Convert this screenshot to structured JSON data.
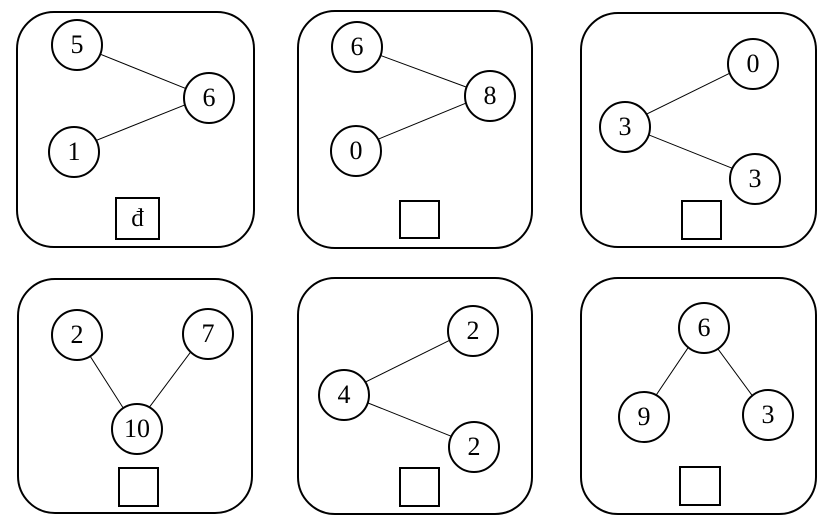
{
  "colors": {
    "stroke": "#000000",
    "background": "#ffffff"
  },
  "worksheet": {
    "description": "number-bond connection diagrams with answer boxes"
  },
  "panels": [
    {
      "name": "panel-1",
      "nodes": [
        {
          "value": "5"
        },
        {
          "value": "6"
        },
        {
          "value": "1"
        }
      ],
      "edges": [
        [
          0,
          1
        ],
        [
          2,
          1
        ]
      ],
      "answer": "đ"
    },
    {
      "name": "panel-2",
      "nodes": [
        {
          "value": "6"
        },
        {
          "value": "8"
        },
        {
          "value": "0"
        }
      ],
      "edges": [
        [
          0,
          1
        ],
        [
          2,
          1
        ]
      ],
      "answer": ""
    },
    {
      "name": "panel-3",
      "nodes": [
        {
          "value": "0"
        },
        {
          "value": "3"
        },
        {
          "value": "3"
        }
      ],
      "edges": [
        [
          1,
          0
        ],
        [
          1,
          2
        ]
      ],
      "answer": ""
    },
    {
      "name": "panel-4",
      "nodes": [
        {
          "value": "2"
        },
        {
          "value": "7"
        },
        {
          "value": "10"
        }
      ],
      "edges": [
        [
          0,
          2
        ],
        [
          1,
          2
        ]
      ],
      "answer": ""
    },
    {
      "name": "panel-5",
      "nodes": [
        {
          "value": "2"
        },
        {
          "value": "4"
        },
        {
          "value": "2"
        }
      ],
      "edges": [
        [
          1,
          0
        ],
        [
          1,
          2
        ]
      ],
      "answer": ""
    },
    {
      "name": "panel-6",
      "nodes": [
        {
          "value": "6"
        },
        {
          "value": "9"
        },
        {
          "value": "3"
        }
      ],
      "edges": [
        [
          0,
          1
        ],
        [
          0,
          2
        ]
      ],
      "answer": ""
    }
  ]
}
